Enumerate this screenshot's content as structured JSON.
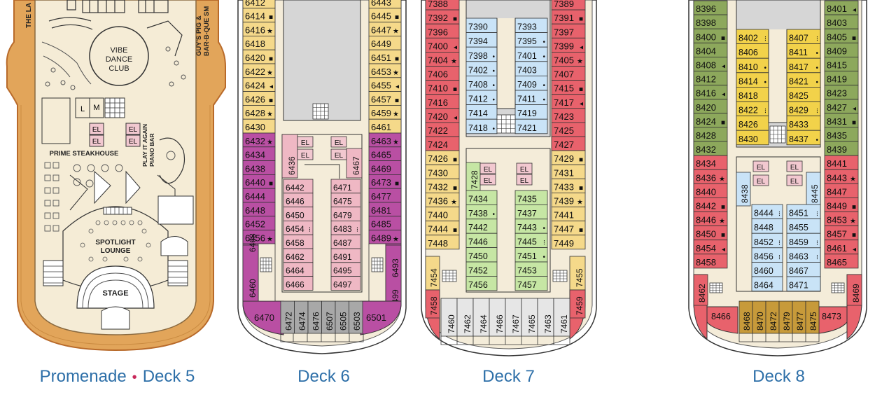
{
  "colors": {
    "link": "#2d6fa8",
    "dot": "#c8285a",
    "hull": "#c96f2b",
    "wood": "#e2a55a",
    "promenade_floor": "#f5ecd6",
    "inside": "#f4ecd9",
    "inside_room": "#f5d98a",
    "oceanview": "#b94fa3",
    "interior_blue": "#c9e3f7",
    "interior_green": "#c6e6a4",
    "balcony_red": "#e8626c",
    "yellow": "#f2d24a",
    "olive": "#8da85c",
    "pink": "#efb8c4",
    "gray": "#a8a8a8",
    "gold": "#c79a3a",
    "rail": "#e05a6e"
  },
  "decks": [
    {
      "id": "deck5",
      "caption_a": "Promenade",
      "caption_sep": "•",
      "caption_b": "Deck 5"
    },
    {
      "id": "deck6",
      "caption": "Deck 6"
    },
    {
      "id": "deck7",
      "caption": "Deck 7"
    },
    {
      "id": "deck8",
      "caption": "Deck 8"
    }
  ],
  "promenade": {
    "venues": {
      "vibe_1": "VIBE",
      "vibe_2": "DANCE",
      "vibe_3": "CLUB",
      "prime": "PRIME STEAKHOUSE",
      "spotlight_1": "SPOTLIGHT",
      "spotlight_2": "LOUNGE",
      "stage": "STAGE",
      "piano_1": "PLAY IT AGAIN",
      "piano_2": "PIANO BAR",
      "guy_1": "GUY'S PIG &",
      "guy_2": "BAR-B-QUE SM",
      "left_edge": "THE LA",
      "l": "L",
      "m": "M",
      "el": "EL"
    }
  },
  "deck6": {
    "left_col": [
      "6412",
      "6414",
      "6416",
      "6418",
      "6420",
      "6422",
      "6424",
      "6426",
      "6428",
      "6430",
      "6432",
      "6434",
      "6438",
      "6440",
      "6444",
      "6448",
      "6452",
      "6456"
    ],
    "left_col_marks": [
      "",
      "■",
      "★",
      "",
      "■",
      "★",
      "◂",
      "■",
      "★",
      "",
      "★",
      "",
      "",
      "■",
      "",
      "",
      "",
      "★"
    ],
    "right_col": [
      "6443",
      "6445",
      "6447",
      "6449",
      "6451",
      "6453",
      "6455",
      "6457",
      "6459",
      "6461",
      "6463",
      "6465",
      "6469",
      "6473",
      "6477",
      "6481",
      "6485",
      "6489"
    ],
    "right_col_marks": [
      "",
      "■",
      "★",
      "",
      "■",
      "★",
      "◂",
      "■",
      "★",
      "",
      "★",
      "",
      "",
      "■",
      "",
      "",
      "",
      "★"
    ],
    "inner_left": [
      "6442",
      "6446",
      "6450",
      "6454",
      "6458",
      "6462",
      "6464",
      "6466"
    ],
    "inner_left_marks": [
      "",
      "",
      "",
      "⁝",
      "",
      "",
      "",
      ""
    ],
    "inner_right": [
      "6471",
      "6475",
      "6479",
      "6483",
      "6487",
      "6491",
      "6495",
      "6497"
    ],
    "inner_right_marks": [
      "",
      "",
      "",
      "⁝",
      "",
      "",
      "",
      ""
    ],
    "vert_left": "6436",
    "vert_right": "6467",
    "vert_low_left": "6460",
    "vert_low_left2": "6468",
    "vert_low_right": "6493",
    "vert_low_right2": "6499",
    "stern_left": "6470",
    "stern_right": "6501",
    "stern_mid": [
      "6472",
      "6474",
      "6476",
      "6507",
      "6505",
      "6503"
    ],
    "el": "EL"
  },
  "deck7": {
    "left_col": [
      "7388",
      "7392",
      "7396",
      "7400",
      "7404",
      "7406",
      "7410",
      "7416",
      "7420",
      "7422",
      "7424",
      "7426",
      "7430",
      "7432",
      "7436",
      "7440",
      "7444",
      "7448"
    ],
    "left_col_marks": [
      "",
      "■",
      "",
      "◂",
      "★",
      "",
      "■",
      "",
      "◂",
      "",
      "",
      "■",
      "",
      "■",
      "★",
      "",
      "■",
      ""
    ],
    "right_col": [
      "7389",
      "7391",
      "7397",
      "7399",
      "7405",
      "7407",
      "7415",
      "7417",
      "7423",
      "7425",
      "7427",
      "7429",
      "7431",
      "7433",
      "7439",
      "7441",
      "7447",
      "7449"
    ],
    "right_col_marks": [
      "",
      "■",
      "",
      "◂",
      "★",
      "",
      "■",
      "◂",
      "",
      "",
      "",
      "■",
      "",
      "■",
      "★",
      "",
      "■",
      ""
    ],
    "blue_left": [
      "7390",
      "7394",
      "7398",
      "7402",
      "7408",
      "7412",
      "7414",
      "7418"
    ],
    "blue_left_marks": [
      "",
      "",
      "•",
      "•",
      "•",
      "•",
      "",
      "•"
    ],
    "blue_right": [
      "7393",
      "7395",
      "7401",
      "7403",
      "7409",
      "7411",
      "7419",
      "7421"
    ],
    "blue_right_marks": [
      "",
      "•",
      "•",
      "",
      "•",
      "•",
      "",
      ""
    ],
    "green_left": [
      "7434",
      "7438",
      "7442",
      "7446",
      "7450",
      "7452",
      "7456"
    ],
    "green_left_marks": [
      "",
      "•",
      "",
      "",
      "",
      "",
      ""
    ],
    "green_right": [
      "7435",
      "7437",
      "7443",
      "7445",
      "7451",
      "7453",
      "7457"
    ],
    "green_right_marks": [
      "",
      "",
      "•",
      "⁝",
      "•",
      "",
      ""
    ],
    "vert_left": "7428",
    "vert_low_left": "7454",
    "vert_low_right": "7455",
    "stern_left": "7458",
    "stern_right": "7459",
    "stern_mid": [
      "7460",
      "7462",
      "7464",
      "7466",
      "7467",
      "7465",
      "7463",
      "7461"
    ],
    "el": "EL"
  },
  "deck8": {
    "left_col": [
      "8396",
      "8398",
      "8400",
      "8404",
      "8408",
      "8412",
      "8416",
      "8420",
      "8424",
      "8428",
      "8432",
      "8434",
      "8436",
      "8440",
      "8442",
      "8446",
      "8450",
      "8454",
      "8458"
    ],
    "left_col_marks": [
      "",
      "",
      "■",
      "",
      "◂",
      "",
      "◂",
      "",
      "■",
      "",
      "",
      "",
      "★",
      "",
      "■",
      "★",
      "■",
      "◂",
      ""
    ],
    "right_col": [
      "8401",
      "8403",
      "8405",
      "8409",
      "8415",
      "8419",
      "8423",
      "8427",
      "8431",
      "8435",
      "8439",
      "8441",
      "8443",
      "8447",
      "8449",
      "8453",
      "8457",
      "8461",
      "8465"
    ],
    "right_col_marks": [
      "◂",
      "",
      "■",
      "",
      "",
      "",
      "",
      "◂",
      "■",
      "",
      "",
      "",
      "★",
      "",
      "■",
      "★",
      "■",
      "◂",
      ""
    ],
    "yellow_left": [
      "8402",
      "8406",
      "8410",
      "8414",
      "8418",
      "8422",
      "8426",
      "8430"
    ],
    "yellow_left_marks": [
      "⁝",
      "",
      "•",
      "•",
      "",
      "⁝",
      "",
      ""
    ],
    "yellow_right": [
      "8407",
      "8411",
      "8417",
      "8421",
      "8425",
      "8429",
      "8433",
      "8437"
    ],
    "yellow_right_marks": [
      "⁝",
      "•",
      "•",
      "•",
      "",
      "⁝",
      "",
      "•"
    ],
    "blue_left": [
      "8444",
      "8448",
      "8452",
      "8456",
      "8460",
      "8464"
    ],
    "blue_left_marks": [
      "⁝",
      "",
      "⁝",
      "⁝",
      "",
      ""
    ],
    "blue_right": [
      "8451",
      "8455",
      "8459",
      "8463",
      "8467",
      "8471"
    ],
    "blue_right_marks": [
      "⁝",
      "",
      "⁝",
      "⁝",
      "",
      ""
    ],
    "vert_left": "8438",
    "vert_right": "8445",
    "vert_low_left": "8462",
    "vert_low_right": "8469",
    "stern_left": "8466",
    "stern_right": "8473",
    "stern_mid": [
      "8468",
      "8470",
      "8472",
      "8479",
      "8477",
      "8475"
    ],
    "el": "EL"
  }
}
